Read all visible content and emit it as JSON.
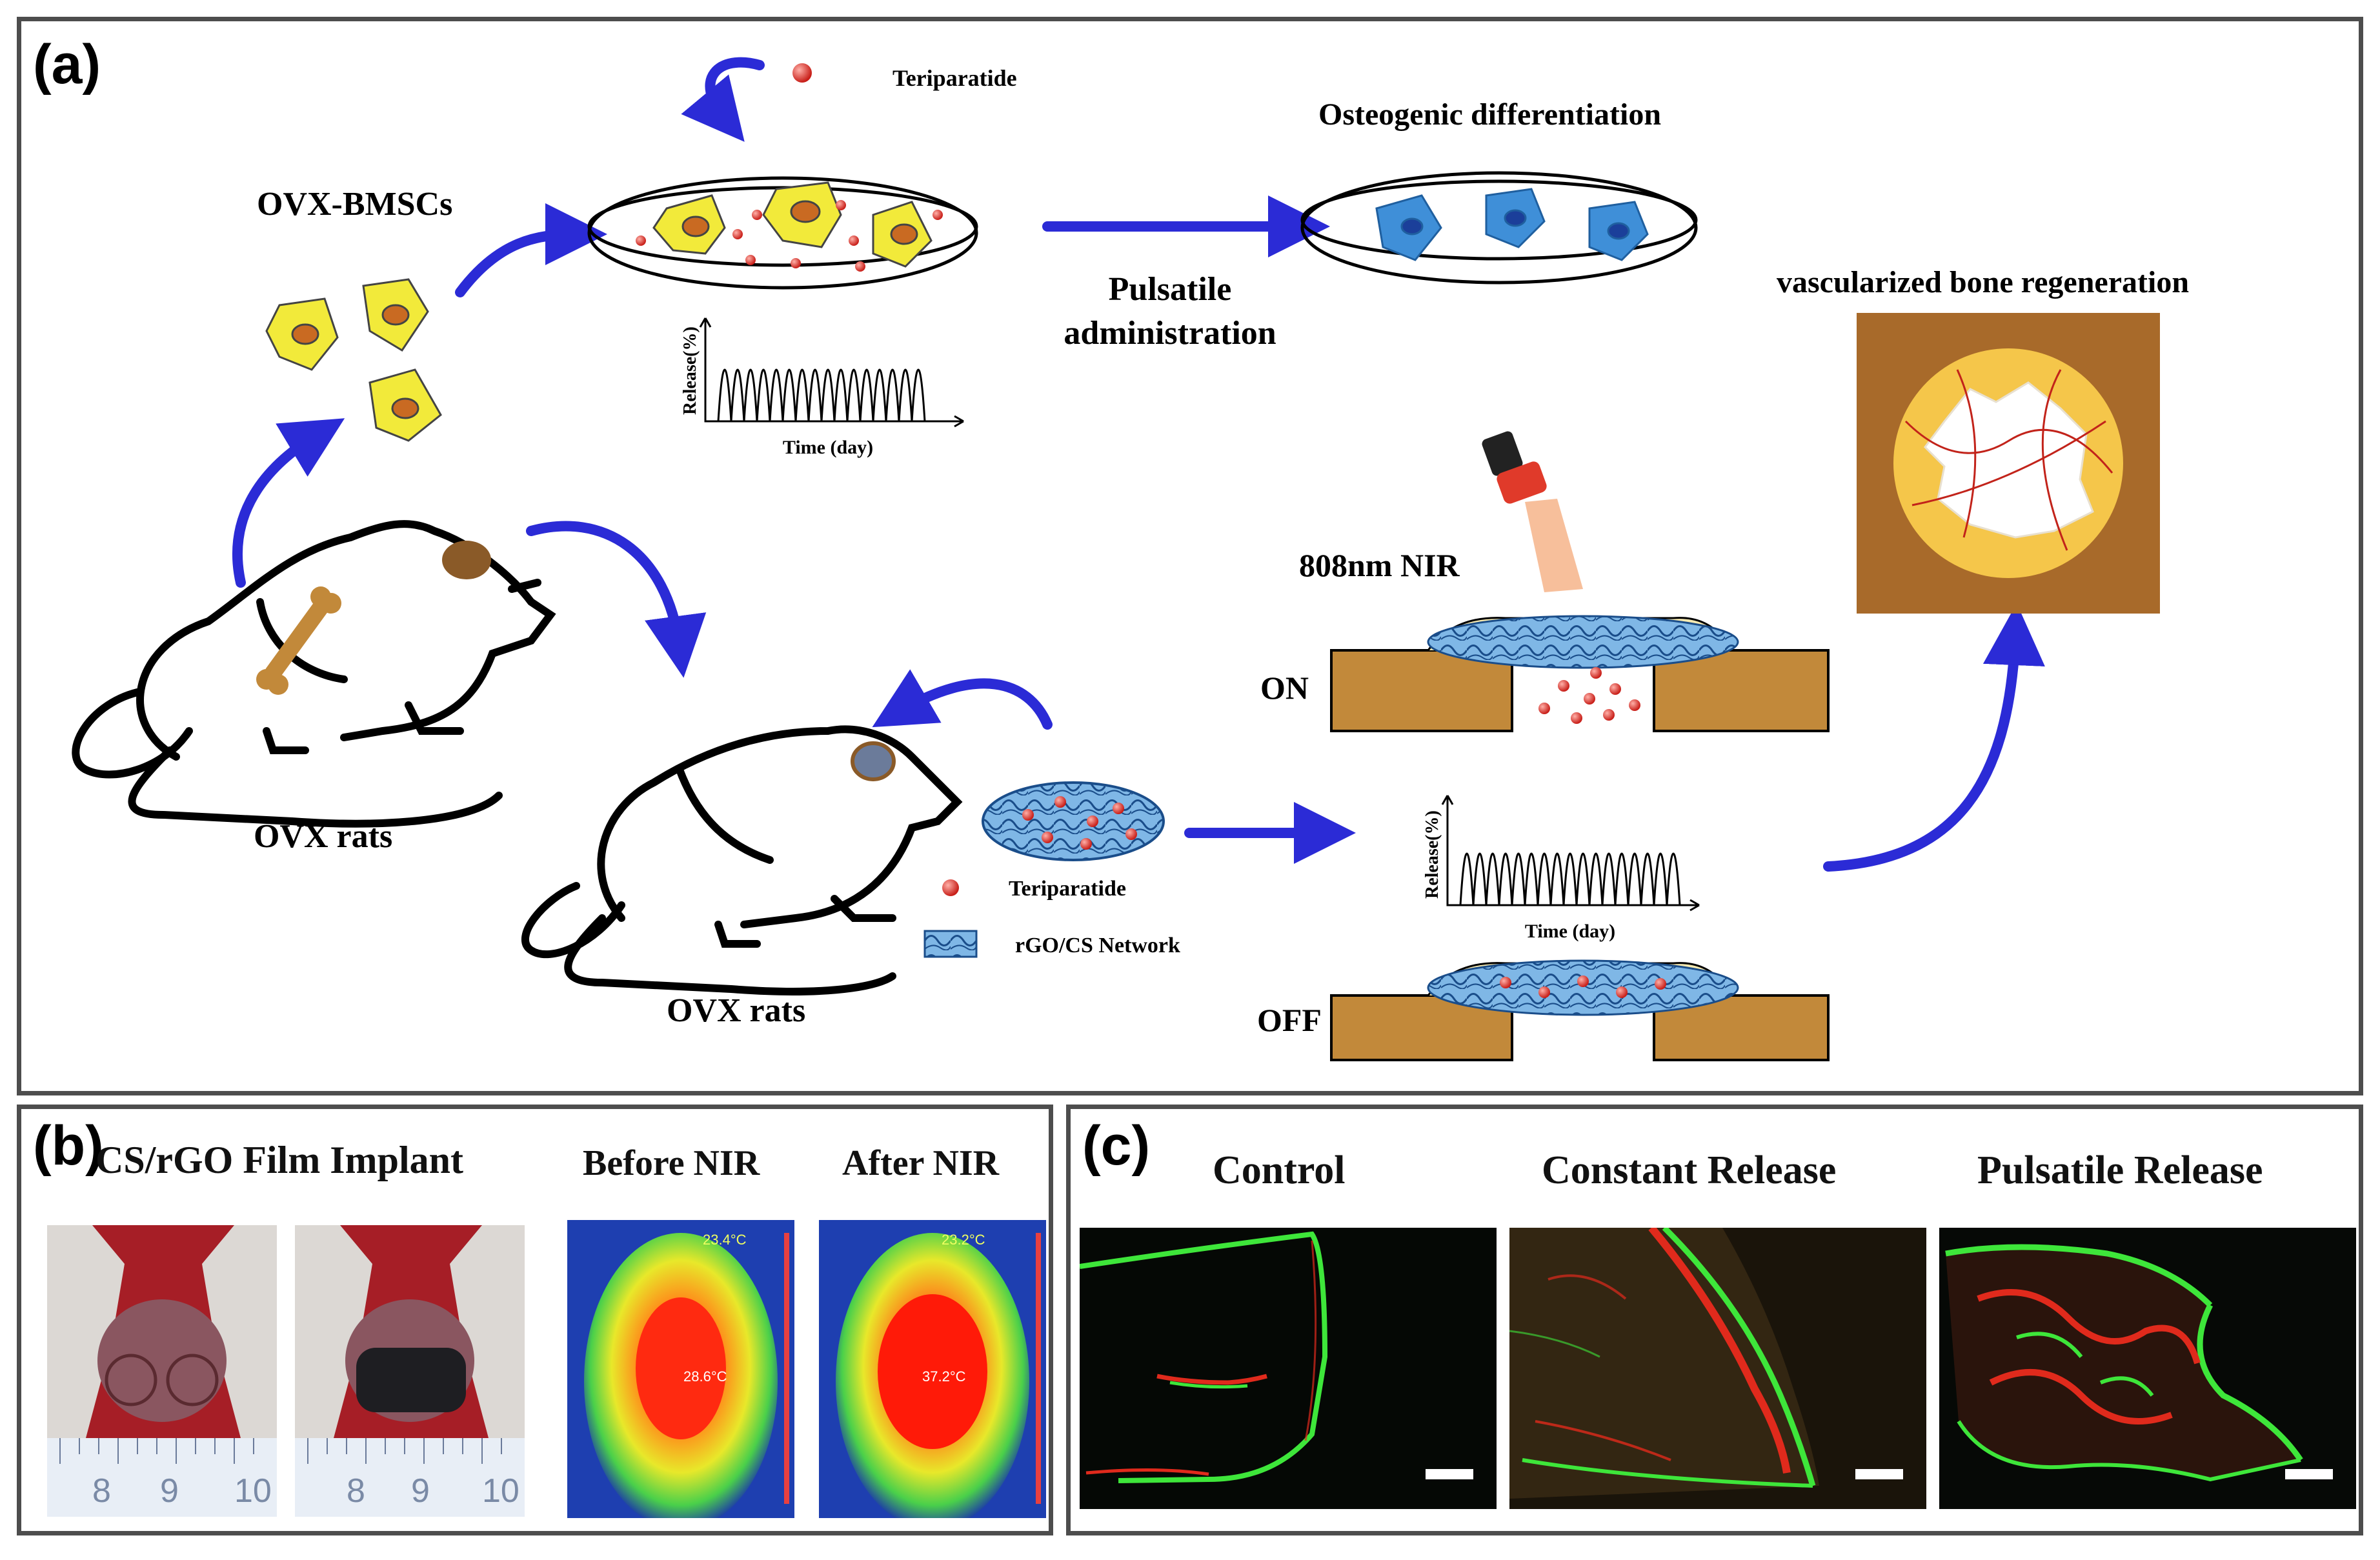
{
  "panel_a": {
    "letter": "(a)",
    "teriparatide_top": "Teriparatide",
    "ovx_bmscs": "OVX-BMSCs",
    "osteogenic": "Osteogenic differentiation",
    "pulsatile_line1": "Pulsatile",
    "pulsatile_line2": "administration",
    "vascularized": "vascularized bone regeneration",
    "nir": "808nm NIR",
    "on": "ON",
    "off": "OFF",
    "ovx_rats_1": "OVX rats",
    "ovx_rats_2": "OVX rats",
    "legend_teriparatide": "Teriparatide",
    "legend_network": "rGO/CS Network",
    "release_ylabel_1": "Release(%)",
    "release_xlabel_1": "Time (day)",
    "release_ylabel_2": "Release(%)",
    "release_xlabel_2": "Time (day)"
  },
  "panel_b": {
    "letter": "(b)",
    "title_implant": "CS/rGO Film Implant",
    "title_before": "Before NIR",
    "title_after": "After NIR",
    "ruler_nums": [
      "8",
      "9",
      "10"
    ],
    "before_temp_top": "23.4°C",
    "before_temp_spot": "28.6°C",
    "after_temp_top": "23.2°C",
    "after_temp_spot": "37.2°C"
  },
  "panel_c": {
    "letter": "(c)",
    "title_control": "Control",
    "title_constant": "Constant Release",
    "title_pulsatile": "Pulsatile Release"
  },
  "colors": {
    "arrow_blue": "#2b2bd6",
    "cell_yellow": "#f2ea3a",
    "cell_blue": "#3f8fd8",
    "bone_brown": "#c2893a",
    "particle_red": "#d9302a",
    "stain_green": "#3ee63a",
    "stain_red": "#e02a1c"
  }
}
